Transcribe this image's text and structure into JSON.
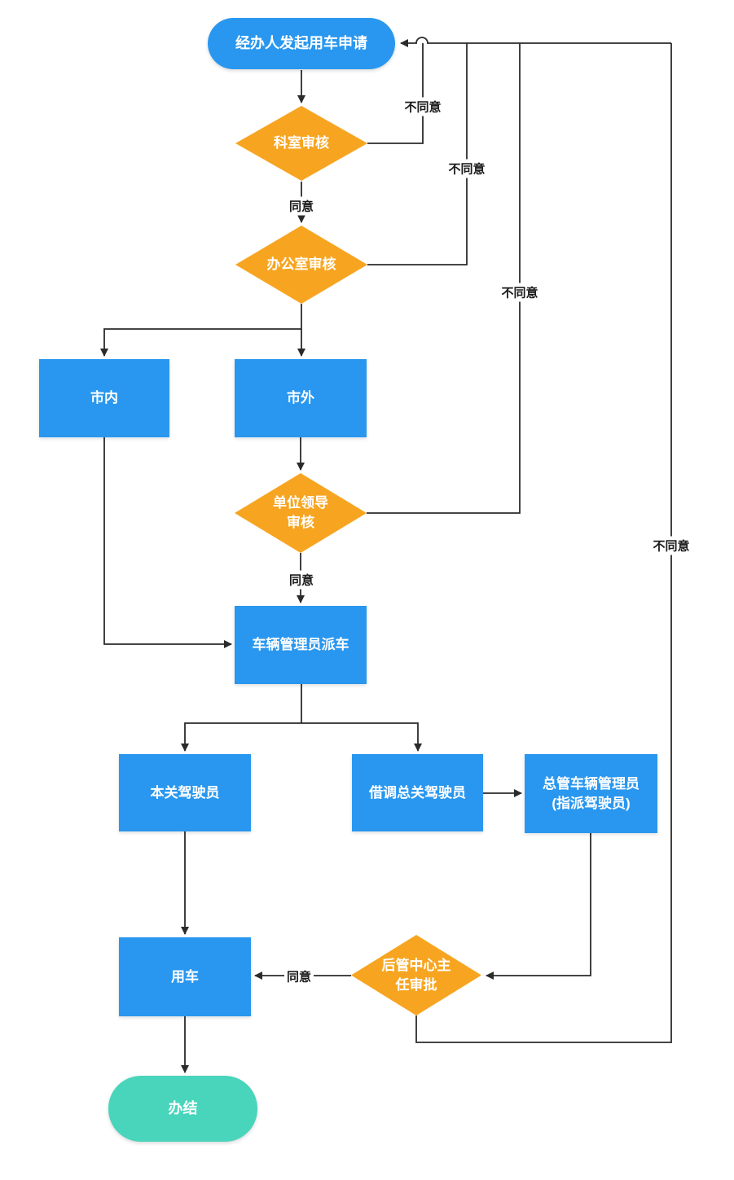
{
  "diagram": {
    "type": "flowchart",
    "language": "zh-CN",
    "topic": "vehicle-use request approval flow"
  },
  "colors": {
    "process_fill": "#2997EF",
    "decision_fill": "#F7A521",
    "end_fill": "#48D5BB",
    "line": "#2b2b2b",
    "node_text": "#ffffff",
    "label_text": "#1b1b1b",
    "background": "#ffffff"
  },
  "nodes": {
    "start": {
      "label": "经办人发起用车申请",
      "shape": "terminator"
    },
    "dept_review": {
      "label": "科室审核",
      "shape": "decision"
    },
    "office_review": {
      "label": "办公室审核",
      "shape": "decision"
    },
    "in_city": {
      "label": "市内",
      "shape": "process"
    },
    "out_city": {
      "label": "市外",
      "shape": "process"
    },
    "leader_review": {
      "label": "单位领导\n审核",
      "shape": "decision"
    },
    "dispatch": {
      "label": "车辆管理员派车",
      "shape": "process"
    },
    "local_driver": {
      "label": "本关驾驶员",
      "shape": "process"
    },
    "borrowed_driver": {
      "label": "借调总关驾驶员",
      "shape": "process"
    },
    "hq_manager": {
      "label": "总管车辆管理员\n(指派驾驶员)",
      "shape": "process"
    },
    "director_approval": {
      "label": "后管中心主\n任审批",
      "shape": "decision"
    },
    "use_vehicle": {
      "label": "用车",
      "shape": "process"
    },
    "end": {
      "label": "办结",
      "shape": "terminator"
    }
  },
  "labels": {
    "agree": "同意",
    "disagree": "不同意"
  }
}
